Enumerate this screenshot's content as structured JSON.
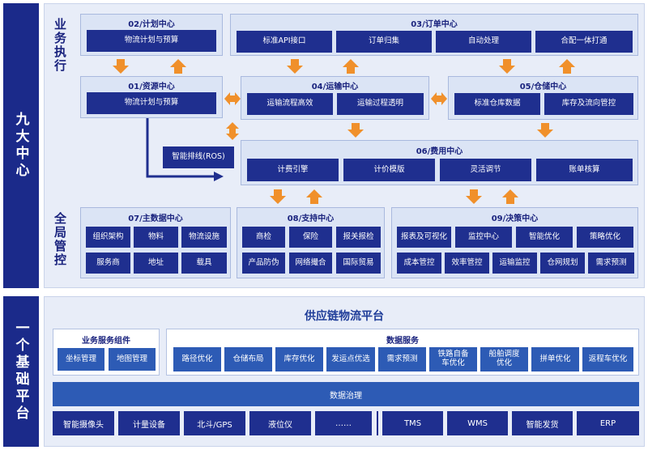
{
  "sidebar": {
    "top": "九大中心",
    "bottom": "一个基础平台"
  },
  "labels": {
    "exec": "业务执行",
    "master": "全局管控"
  },
  "groups": {
    "plan": {
      "title": "02/计划中心",
      "items": [
        "物流计划与预算"
      ]
    },
    "order": {
      "title": "03/订单中心",
      "items": [
        "标准API接口",
        "订单归集",
        "自动处理",
        "合配一体打通"
      ]
    },
    "resource": {
      "title": "01/资源中心",
      "items": [
        "物流计划与预算"
      ]
    },
    "transport": {
      "title": "04/运输中心",
      "items": [
        "运输流程高效",
        "运输过程透明"
      ]
    },
    "warehouse": {
      "title": "05/仓储中心",
      "items": [
        "标准仓库数据",
        "库存及流向管控"
      ]
    },
    "ros": "智能排线(ROS)",
    "fee": {
      "title": "06/费用中心",
      "items": [
        "计费引擎",
        "计价模版",
        "灵活调节",
        "账单核算"
      ]
    },
    "master": {
      "title": "07/主数据中心",
      "items": [
        "组织架构",
        "物料",
        "物流设施",
        "服务商",
        "地址",
        "载具"
      ]
    },
    "support": {
      "title": "08/支持中心",
      "items": [
        "商检",
        "保险",
        "报关报检",
        "产品防伪",
        "网络撮合",
        "国际贸易"
      ]
    },
    "decision": {
      "title": "09/决策中心",
      "items": [
        "报表及可视化",
        "监控中心",
        "智能优化",
        "策略优化",
        "成本管控",
        "效率管控",
        "运输监控",
        "仓网规划",
        "需求预测"
      ]
    }
  },
  "platform": {
    "title": "供应链物流平台",
    "components": {
      "title": "业务服务组件",
      "items": [
        "坐标管理",
        "地图管理"
      ]
    },
    "services": {
      "title": "数据服务",
      "items": [
        "路径优化",
        "仓储布局",
        "库存优化",
        "发运点优选",
        "需求预测",
        "铁路自备车优化",
        "船舶调度优化",
        "拼单优化",
        "返程车优化"
      ]
    },
    "governance": "数据治理",
    "bottom": [
      "智能摄像头",
      "计量设备",
      "北斗/GPS",
      "液位仪",
      "……",
      "TMS",
      "WMS",
      "智能发货",
      "ERP"
    ]
  },
  "colors": {
    "navy": "#1f2f8f",
    "orange": "#f0902b",
    "panel": "#e8edf8"
  }
}
